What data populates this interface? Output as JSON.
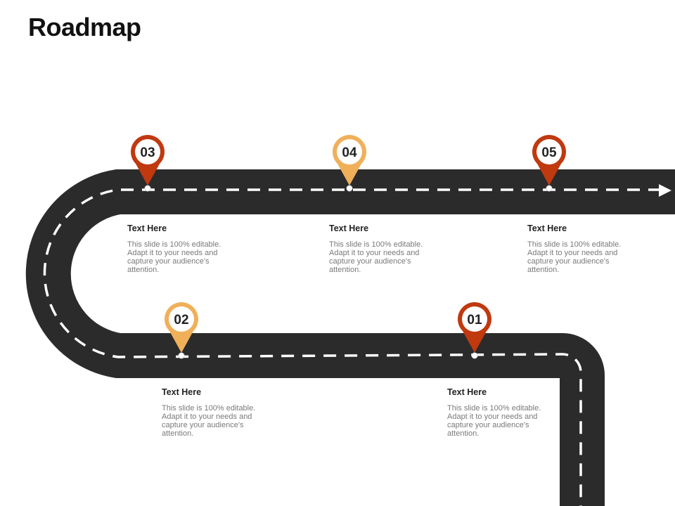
{
  "slide": {
    "title": "Roadmap"
  },
  "colors": {
    "road": "#2b2b2b",
    "dash": "#ffffff",
    "pin_dark": "#c0390f",
    "pin_light": "#f0b05a"
  },
  "milestones": [
    {
      "number": "01",
      "title": "Text Here",
      "body": "This slide is 100% editable. Adapt it to your needs and capture your audience's attention.",
      "color": "dark"
    },
    {
      "number": "02",
      "title": "Text Here",
      "body": "This slide is 100% editable. Adapt it to your needs and capture your audience's attention.",
      "color": "light"
    },
    {
      "number": "03",
      "title": "Text Here",
      "body": "This slide is 100% editable. Adapt it to your needs and capture your audience's attention.",
      "color": "dark"
    },
    {
      "number": "04",
      "title": "Text Here",
      "body": "This slide is 100% editable. Adapt it to your needs and capture your audience's attention.",
      "color": "light"
    },
    {
      "number": "05",
      "title": "Text Here",
      "body": "This slide is 100% editable. Adapt it to your needs and capture your audience's attention.",
      "color": "dark"
    }
  ]
}
